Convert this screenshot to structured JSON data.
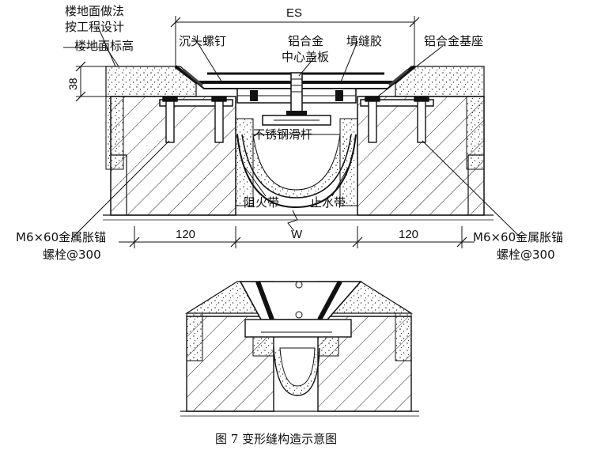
{
  "labels": {
    "floor_finish_l1": "楼地面做法",
    "floor_finish_l2": "按工程设计",
    "floor_elevation": "楼地面标高",
    "countersunk_screw": "沉头螺钉",
    "alum_center_l1": "铝合金",
    "alum_center_l2": "中心盖板",
    "joint_sealant": "填缝胶",
    "alum_base": "铝合金基座",
    "stainless_rod": "不锈钢滑杆",
    "fire_barrier": "阻火带",
    "water_stop": "止水带",
    "anchor_left_l1": "M6×60金属胀锚",
    "anchor_left_l2": "螺栓@300",
    "anchor_right_l1": "M6×60金属胀锚",
    "anchor_right_l2": "螺栓@300"
  },
  "dimensions": {
    "es": "ES",
    "height_38": "38",
    "left_120": "120",
    "width_w": "W",
    "right_120": "120"
  },
  "caption": "图 7   变形缝构造示意图"
}
